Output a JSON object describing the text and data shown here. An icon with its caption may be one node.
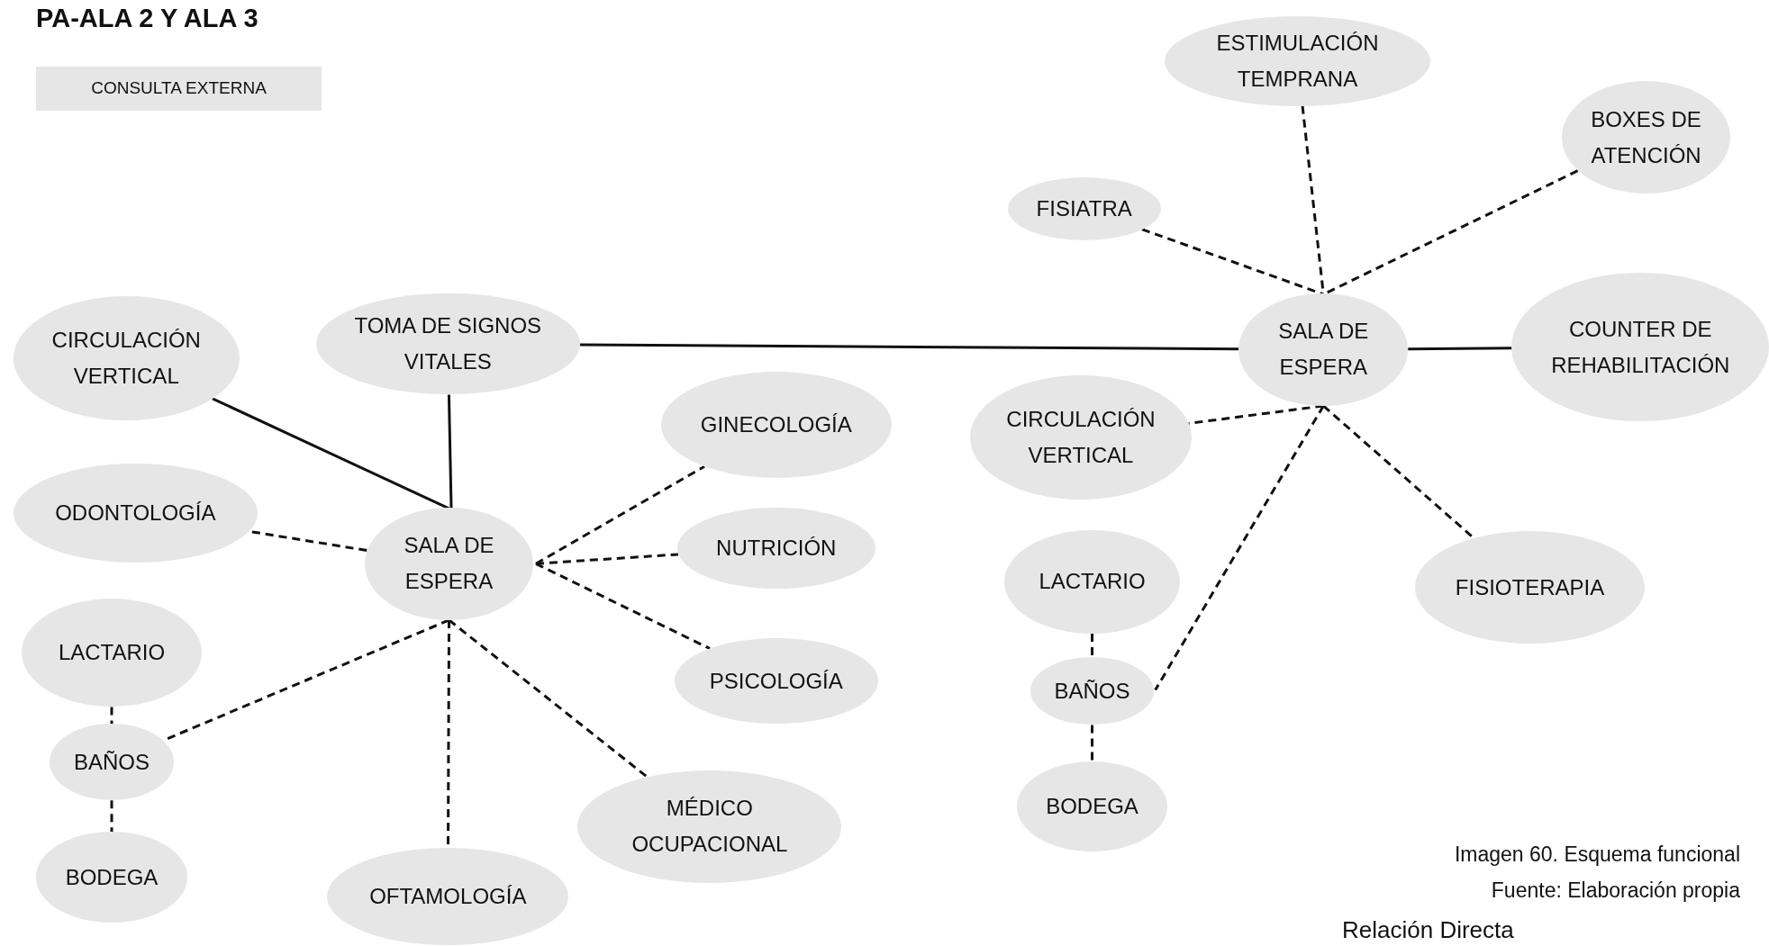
{
  "diagram": {
    "title": "PA-ALA 2 Y ALA 3",
    "nodes": [
      {
        "text": [
          "CONSULTA EXTERNA"
        ]
      },
      {
        "text": [
          "ESTIMULACIÓN TEMPRANA"
        ]
      },
      {
        "text": [
          "BOXES DE ATENCIÓN"
        ]
      },
      {
        "text": [
          "FISIATRA"
        ]
      },
      {
        "text": [
          "CIRCULACIÓN VERTICAL"
        ]
      },
      {
        "text": [
          "TOMA DE SIGNOS VITALES"
        ]
      },
      {
        "text": [
          "SALA DE ESPERA"
        ]
      },
      {
        "text": [
          "COUNTER DE REHABILITACIÓN"
        ]
      },
      {
        "text": [
          "GINECOLOGÍA"
        ]
      },
      {
        "text": [
          "CIRCULACIÓN VERTICAL"
        ]
      },
      {
        "text": [
          "ODONTOLOGÍA"
        ]
      },
      {
        "text": [
          "SALA DE ESPERA"
        ]
      },
      {
        "text": [
          "NUTRICIÓN"
        ]
      },
      {
        "text": [
          "LACTARIO"
        ]
      },
      {
        "text": [
          "FISIOTERAPIA"
        ]
      },
      {
        "text": [
          "LACTARIO"
        ]
      },
      {
        "text": [
          "PSICOLOGÍA"
        ]
      },
      {
        "text": [
          "BAÑOS"
        ]
      },
      {
        "text": [
          "BAÑOS"
        ]
      },
      {
        "text": [
          "BODEGA"
        ]
      },
      {
        "text": [
          "MÉDICO OCUPACIONAL"
        ]
      },
      {
        "text": [
          "BODEGA"
        ]
      },
      {
        "text": [
          "OFTAMOLOGÍA"
        ]
      }
    ],
    "edges": [
      {
        "from": 5,
        "to": 6,
        "arrow": "none"
      },
      {
        "from": 4,
        "to": 11,
        "arrow": "none"
      },
      {
        "from": 5,
        "to": 11,
        "arrow": "none"
      },
      {
        "from": 6,
        "to": 7,
        "arrow": "none"
      },
      {
        "from": 1,
        "to": 6,
        "arrow": "none",
        "style": "dashed"
      },
      {
        "from": 2,
        "to": 6,
        "arrow": "none",
        "style": "dashed"
      },
      {
        "from": 3,
        "to": 6,
        "arrow": "none",
        "style": "dashed"
      },
      {
        "from": 6,
        "to": 9,
        "arrow": "none",
        "style": "dashed"
      },
      {
        "from": 6,
        "to": 14,
        "arrow": "none",
        "style": "dashed"
      },
      {
        "from": 6,
        "to": 17,
        "arrow": "none",
        "style": "dashed"
      },
      {
        "from": 13,
        "to": 17,
        "arrow": "none",
        "style": "dashed"
      },
      {
        "from": 17,
        "to": 19,
        "arrow": "none",
        "style": "dashed"
      },
      {
        "from": 11,
        "to": 10,
        "arrow": "none",
        "style": "dashed"
      },
      {
        "from": 11,
        "to": 8,
        "arrow": "none",
        "style": "dashed"
      },
      {
        "from": 11,
        "to": 12,
        "arrow": "none",
        "style": "dashed"
      },
      {
        "from": 11,
        "to": 16,
        "arrow": "none",
        "style": "dashed"
      },
      {
        "from": 11,
        "to": 18,
        "arrow": "none",
        "style": "dashed"
      },
      {
        "from": 11,
        "to": 22,
        "arrow": "none",
        "style": "dashed"
      },
      {
        "from": 11,
        "to": 20,
        "arrow": "none",
        "style": "dashed"
      },
      {
        "from": 15,
        "to": 18,
        "arrow": "none",
        "style": "dashed"
      },
      {
        "from": 18,
        "to": 21,
        "arrow": "none",
        "style": "dashed"
      }
    ],
    "labels": [
      "Imagen 60. Esquema funcional",
      "Fuente: Elaboración propia",
      "Relación Directa"
    ]
  }
}
